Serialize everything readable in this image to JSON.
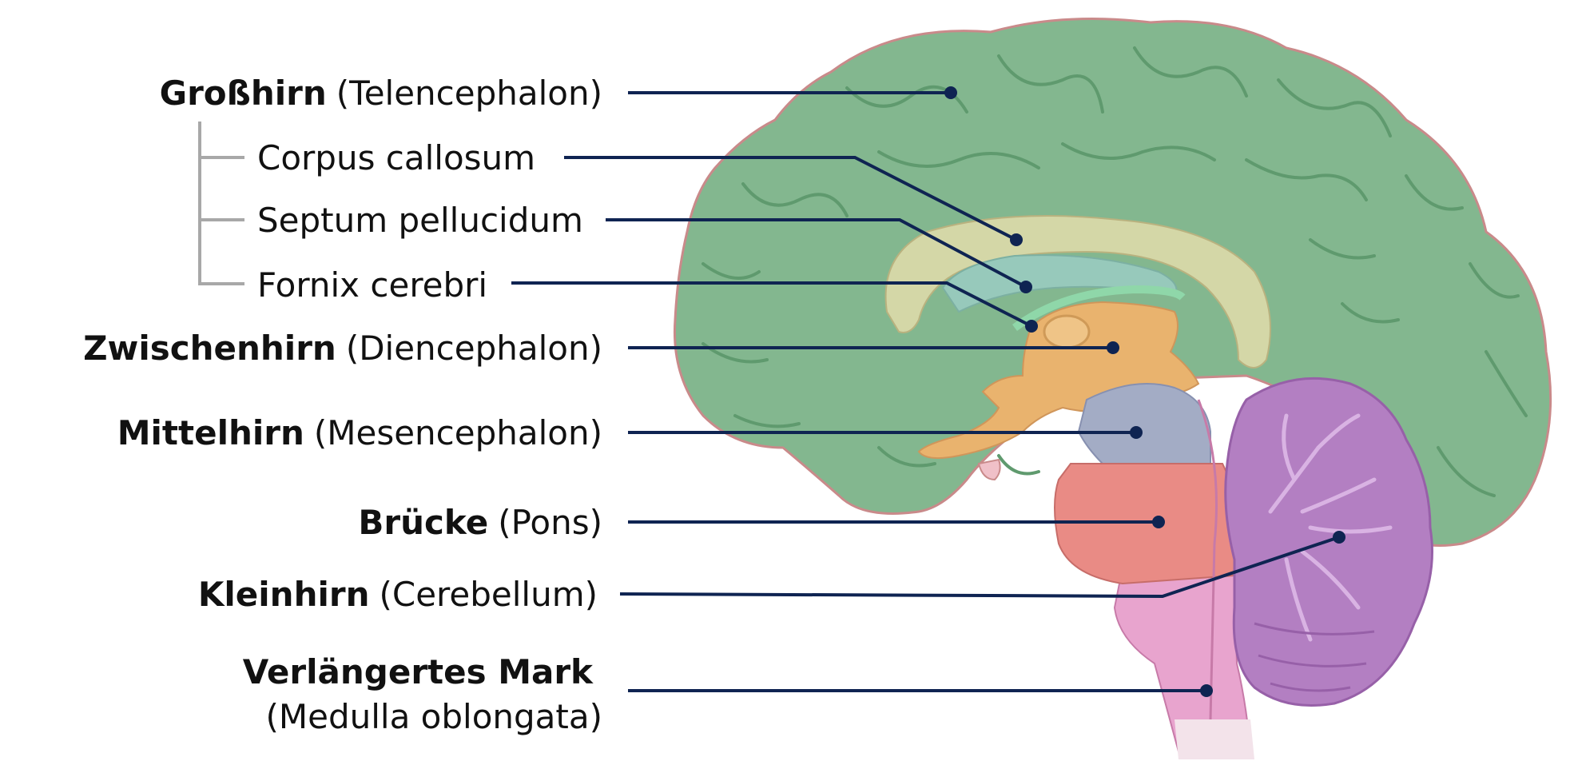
{
  "labels": {
    "cerebrum": {
      "bold": "Großhirn",
      "normal": "(Telencephalon)"
    },
    "corpus_callosum": "Corpus callosum",
    "septum": "Septum pellucidum",
    "fornix": "Fornix cerebri",
    "diencephalon": {
      "bold": "Zwischenhirn",
      "normal": "(Diencephalon)"
    },
    "midbrain": {
      "bold": "Mittelhirn",
      "normal": "(Mesencephalon)"
    },
    "pons": {
      "bold": "Brücke",
      "normal": "(Pons)"
    },
    "cerebellum": {
      "bold": "Kleinhirn",
      "normal": "(Cerebellum)"
    },
    "medulla": {
      "bold": "Verlängertes Mark",
      "normal": "(Medulla oblongata)"
    }
  },
  "colors": {
    "cerebrum": "#83b78f",
    "corpus_callosum": "#d4d7a7",
    "septum": "#97c9bb",
    "diencephalon": "#e9b36e",
    "midbrain": "#a3acc5",
    "pons": "#e98b85",
    "cerebellum": "#b37fc2",
    "medulla": "#e8a4ce",
    "leader": "#0f2452"
  }
}
